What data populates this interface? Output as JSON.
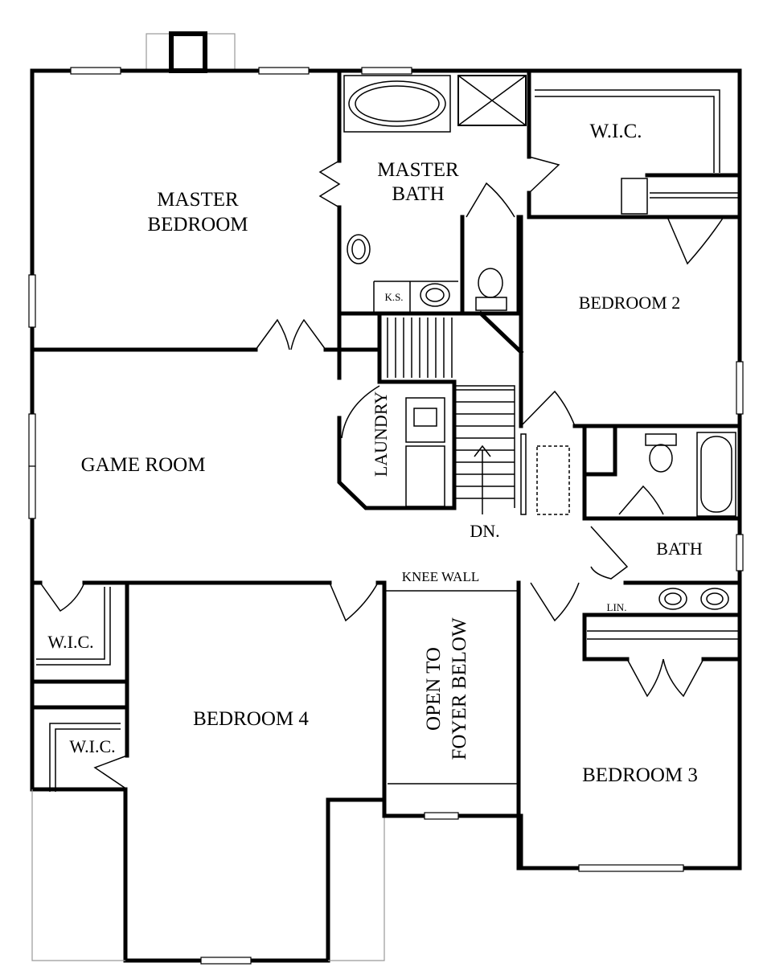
{
  "rooms": {
    "master_bedroom_line1": "MASTER",
    "master_bedroom_line2": "BEDROOM",
    "master_bath_line1": "MASTER",
    "master_bath_line2": "BATH",
    "wic_master": "W.I.C.",
    "bedroom2": "BEDROOM 2",
    "ks": "K.S.",
    "laundry": "LAUNDRY",
    "game_room": "GAME ROOM",
    "dn": "DN.",
    "bath": "BATH",
    "lin": "LIN.",
    "knee_wall": "KNEE WALL",
    "wic_left_upper": "W.I.C.",
    "wic_left_lower": "W.I.C.",
    "bedroom4": "BEDROOM 4",
    "open_foyer_line1": "OPEN TO",
    "open_foyer_line2": "FOYER BELOW",
    "bedroom3": "BEDROOM 3"
  }
}
